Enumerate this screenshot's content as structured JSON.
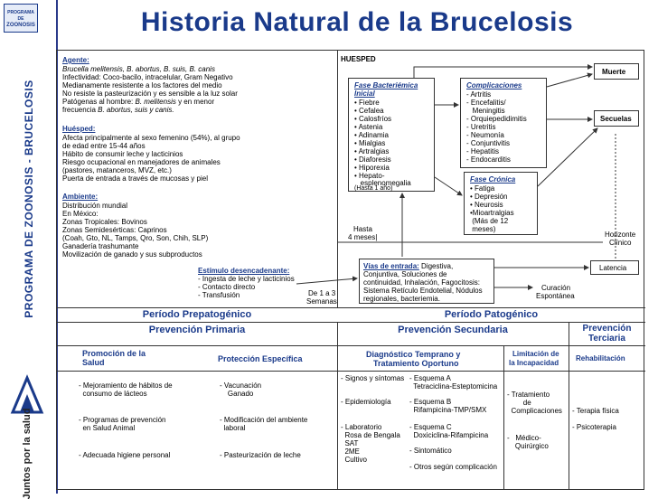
{
  "sidebar": {
    "logo_top_line1": "PROGRAMA DE",
    "logo_top_line2": "ZOONOSIS",
    "vertical_title": "PROGRAMA DE ZOONOSIS - BRUCELOSIS",
    "logo_bottom_text": "Juntos por la salud"
  },
  "title": "Historia Natural de la Brucelosis",
  "agente": {
    "heading": "Agente:",
    "species": "Brucella melitensis, B. abortus, B. suis, B. canis",
    "lines": [
      "Infectividad: Coco-bacilo, intracelular, Gram Negativo",
      "Medianamente resistente a los factores del medio",
      "No resiste la pasteurización y es sensible a la luz solar"
    ],
    "human_pre": "Patógenas al hombre: ",
    "human_italic": "B. melitensis",
    "human_post": " y en menor",
    "freq_pre": "frecuencia ",
    "freq_italic": "B. abortus, suis y canis."
  },
  "huesped_left": {
    "heading": "Huésped:",
    "lines": [
      "Afecta principalmente al sexo femenino (54%), al grupo",
      "de edad entre 15-44 años",
      "Hábito de consumir leche y lacticinios",
      "Riesgo ocupacional en manejadores de animales",
      "(pastores, matanceros, MVZ, etc.)",
      "Puerta de entrada a través de mucosas y piel"
    ]
  },
  "ambiente": {
    "heading": "Ambiente:",
    "lines": [
      "Distribución mundial",
      "En México:",
      " Zonas Tropicales: Bovinos",
      " Zonas Semidesérticas: Caprinos",
      " (Coah, Gto, NL, Tamps, Qro, Son, Chih, SLP)",
      " Ganadería trashumante",
      "Movilización de ganado y sus subproductos"
    ]
  },
  "estimulo": {
    "heading": "Estímulo desencadenante:",
    "lines": [
      "- Ingesta de leche y lacticinios",
      "- Contacto directo",
      "- Transfusión"
    ]
  },
  "huesped_panel_label": "HUESPED",
  "fase_bacteriemica": {
    "heading_line1": "Fase Bacteriémica",
    "heading_line2": "Inicial",
    "items": [
      "• Fiebre",
      "• Cefalea",
      "• Calosfríos",
      "• Astenia",
      "• Adinamia",
      "• Mialgias",
      "• Artralgias",
      "• Diaforesis",
      "• Hiporexia",
      "• Hepato-",
      "   esplenomegalia",
      "(Hasta 1 año)"
    ]
  },
  "complicaciones": {
    "heading": "Complicaciones",
    "items": [
      "- Artritis",
      "- Encefalitis/",
      "   Meningitis",
      "- Orquiepedidimitis",
      "- Uretritis",
      "- Neumonía",
      "- Conjuntivitis",
      "- Hepatitis",
      "- Endocarditis"
    ]
  },
  "fase_cronica": {
    "heading": "Fase Crónica",
    "items": [
      "• Fatiga",
      "• Depresión",
      "• Neurosis",
      "•Mioartralgias",
      " (Más de 12",
      " meses)"
    ]
  },
  "muerte": "Muerte",
  "secuelas": "Secuelas",
  "hasta4_line1": "Hasta",
  "hasta4_line2": "4 meses|",
  "horizonte_line1": "Horizonte",
  "horizonte_line2": "Clínico",
  "latencia": "Latencia",
  "vias": {
    "heading": "Vías de entrada:",
    "line1_rest": " Digestiva,",
    "lines": [
      "Conjuntiva, Soluciones de",
      "continuidad, Inhalación, Fagocitosis:",
      "Sistema Retículo Endotelial, Nódulos",
      "regionales, bacteriemia."
    ]
  },
  "de1a3_line1": "De 1 a 3",
  "de1a3_line2": "Semanas",
  "curacion_line1": "Curación",
  "curacion_line2": "Espontánea",
  "periodo_prepatogenico": "Período Prepatogénico",
  "periodo_patogenico": "Período Patogénico",
  "prevencion_primaria": "Prevención Primaria",
  "prevencion_secundaria": "Prevención Secundaria",
  "prevencion_terciaria_line1": "Prevención",
  "prevencion_terciaria_line2": "Terciaria",
  "promocion_line1": "Promoción de la",
  "promocion_line2": "Salud",
  "proteccion": "Protección Específica",
  "diagnostico_line1": "Diagnóstico Temprano y",
  "diagnostico_line2": "Tratamiento Oportuno",
  "limitacion_line1": "Limitación de",
  "limitacion_line2": "la Incapacidad",
  "rehabilitacion": "Rehabilitación",
  "promocion_items": [
    [
      "- Mejoramiento de hábitos de",
      "  consumo de lácteos"
    ],
    [
      "- Programas de prevención",
      "  en Salud Animal"
    ],
    [
      "- Adecuada higiene personal"
    ]
  ],
  "proteccion_items": [
    [
      "- Vacunación",
      "    Ganado"
    ],
    [
      "- Modificación del ambiente",
      "  laboral"
    ],
    [
      "- Pasteurización de leche"
    ]
  ],
  "diag_left": [
    "- Signos y síntomas",
    "- Epidemiología",
    "- Laboratorio",
    "  Rosa de Bengala",
    "  SAT",
    "  2ME",
    "  Cultivo"
  ],
  "diag_right": [
    "- Esquema A",
    "  Tetraciclina-Esteptomicina",
    "- Esquema B",
    "  Rifampicina-TMP/SMX",
    "- Esquema C",
    "  Doxiciclina-Rifampicina",
    "- Sintomático",
    "- Otros según complicación"
  ],
  "limitacion_items": [
    "- Tratamiento",
    "        de",
    "  Complicaciones",
    "-   Médico-",
    "    Quirúrgico"
  ],
  "rehab_items": [
    "- Terapia física",
    "- Psicoterapia"
  ],
  "colors": {
    "heading_blue": "#1a3a8a",
    "border": "#333333"
  }
}
